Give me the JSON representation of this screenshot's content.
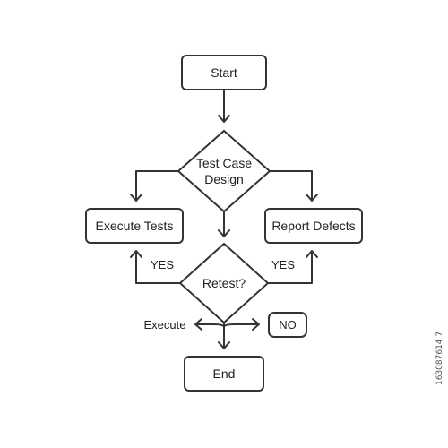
{
  "diagram": {
    "nodes": {
      "start": "Start",
      "decision_design_line1": "Test Case",
      "decision_design_line2": "Design",
      "execute_tests": "Execute Tests",
      "report_defects": "Report Defects",
      "decision_retest": "Retest?",
      "end": "End",
      "no_box": "NO"
    },
    "edge_labels": {
      "yes_left": "YES",
      "yes_right": "YES",
      "execute": "Execute"
    }
  },
  "stock_id": "163087614 7"
}
